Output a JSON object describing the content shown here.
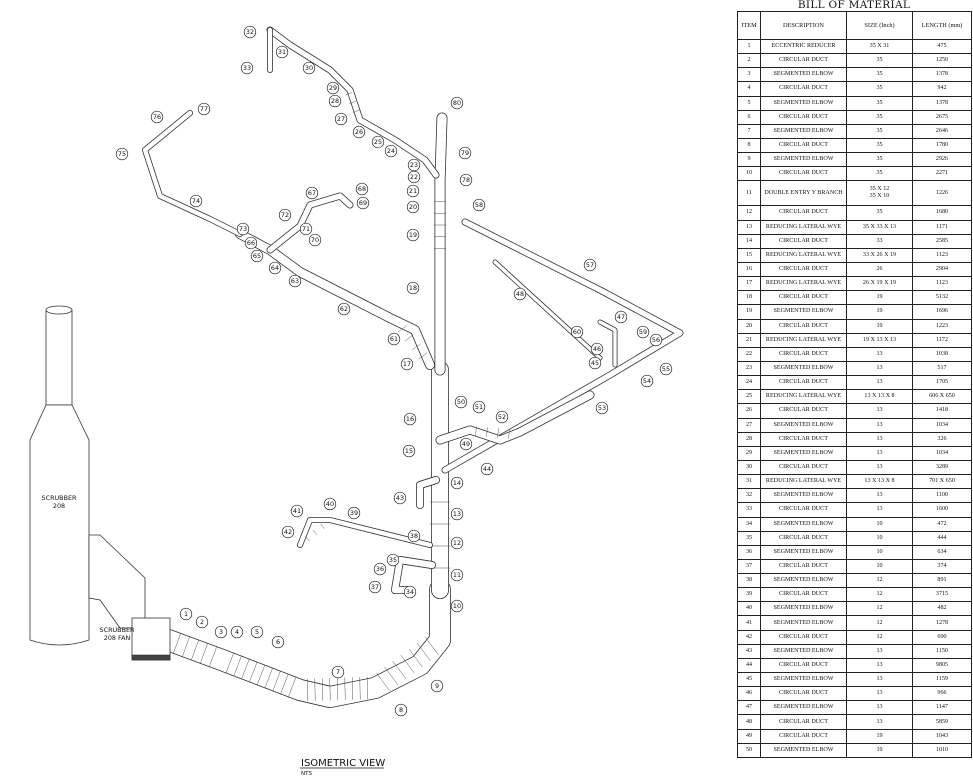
{
  "drawing": {
    "view_title": "ISOMETRIC VIEW",
    "view_scale": "NTS",
    "equipment": {
      "scrubber": "SCRUBBER\n208",
      "fan": "SCRUBBER\n208 FAN"
    },
    "callouts": [
      "1",
      "2",
      "3",
      "4",
      "5",
      "6",
      "7",
      "8",
      "9",
      "10",
      "11",
      "12",
      "13",
      "14",
      "15",
      "16",
      "17",
      "18",
      "19",
      "20",
      "21",
      "22",
      "23",
      "24",
      "25",
      "26",
      "27",
      "28",
      "29",
      "30",
      "31",
      "32",
      "33",
      "34",
      "35",
      "36",
      "37",
      "38",
      "39",
      "40",
      "41",
      "42",
      "43",
      "44",
      "45",
      "46",
      "47",
      "48",
      "49",
      "50",
      "51",
      "52",
      "53",
      "54",
      "55",
      "56",
      "57",
      "58",
      "59",
      "60",
      "61",
      "62",
      "63",
      "64",
      "65",
      "66",
      "67",
      "68",
      "69",
      "70",
      "71",
      "72",
      "73",
      "74",
      "75",
      "76",
      "77",
      "78",
      "79",
      "80"
    ]
  },
  "bom": {
    "title": "BILL OF MATERIAL",
    "headers": [
      "ITEM",
      "DESCRIPTION",
      "SIZE (Inch)",
      "LENGTH (mm)"
    ],
    "rows": [
      [
        "1",
        "ECCENTRIC REDUCER",
        "35 X 31",
        "475"
      ],
      [
        "2",
        "CIRCULAR DUCT",
        "35",
        "1250"
      ],
      [
        "3",
        "SEGMENTED ELBOW",
        "35",
        "1378"
      ],
      [
        "4",
        "CIRCULAR DUCT",
        "35",
        "942"
      ],
      [
        "5",
        "SEGMENTED ELBOW",
        "35",
        "1378"
      ],
      [
        "6",
        "CIRCULAR DUCT",
        "35",
        "2675"
      ],
      [
        "7",
        "SEGMENTED ELBOW",
        "35",
        "2646"
      ],
      [
        "8",
        "CIRCULAR DUCT",
        "35",
        "1780"
      ],
      [
        "9",
        "SEGMENTED ELBOW",
        "35",
        "2926"
      ],
      [
        "10",
        "CIRCULAR DUCT",
        "35",
        "2271"
      ],
      [
        "11",
        "DOUBLE ENTRY Y BRANCH",
        "35 X 12\n35 X 10",
        "1226"
      ],
      [
        "12",
        "CIRCULAR DUCT",
        "35",
        "1680"
      ],
      [
        "13",
        "REDUCING LATERAL WYE",
        "35 X 33 X 13",
        "1171"
      ],
      [
        "14",
        "CIRCULAR DUCT",
        "33",
        "2585"
      ],
      [
        "15",
        "REDUCING LATERAL WYE",
        "33 X 26 X 19",
        "1123"
      ],
      [
        "16",
        "CIRCULAR DUCT",
        "26",
        "2904"
      ],
      [
        "17",
        "REDUCING LATERAL WYE",
        "26 X 19 X 19",
        "1123"
      ],
      [
        "18",
        "CIRCULAR DUCT",
        "19",
        "5132"
      ],
      [
        "19",
        "SEGMENTED ELBOW",
        "19",
        "1696"
      ],
      [
        "20",
        "CIRCULAR DUCT",
        "19",
        "1223"
      ],
      [
        "21",
        "REDUCING LATERAL WYE",
        "19 X 13 X 13",
        "1172"
      ],
      [
        "22",
        "CIRCULAR DUCT",
        "13",
        "1038"
      ],
      [
        "23",
        "SEGMENTED ELBOW",
        "13",
        "517"
      ],
      [
        "24",
        "CIRCULAR DUCT",
        "13",
        "1705"
      ],
      [
        "25",
        "REDUCING LATERAL WYE",
        "13 X 13 X 8",
        "606 X 650"
      ],
      [
        "26",
        "CIRCULAR DUCT",
        "13",
        "1418"
      ],
      [
        "27",
        "SEGMENTED ELBOW",
        "13",
        "1034"
      ],
      [
        "28",
        "CIRCULAR DUCT",
        "13",
        "326"
      ],
      [
        "29",
        "SEGMENTED ELBOW",
        "13",
        "1034"
      ],
      [
        "30",
        "CIRCULAR DUCT",
        "13",
        "3289"
      ],
      [
        "31",
        "REDUCING LATERAL WYE",
        "13 X 13 X 8",
        "701 X 650"
      ],
      [
        "32",
        "SEGMENTED ELBOW",
        "13",
        "1100"
      ],
      [
        "33",
        "CIRCULAR DUCT",
        "13",
        "1600"
      ],
      [
        "34",
        "SEGMENTED ELBOW",
        "10",
        "472"
      ],
      [
        "35",
        "CIRCULAR DUCT",
        "10",
        "444"
      ],
      [
        "36",
        "SEGMENTED ELBOW",
        "10",
        "634"
      ],
      [
        "37",
        "CIRCULAR DUCT",
        "10",
        "374"
      ],
      [
        "38",
        "SEGMENTED ELBOW",
        "12",
        "891"
      ],
      [
        "39",
        "CIRCULAR DUCT",
        "12",
        "3715"
      ],
      [
        "40",
        "SEGMENTED ELBOW",
        "12",
        "482"
      ],
      [
        "41",
        "SEGMENTED ELBOW",
        "12",
        "1278"
      ],
      [
        "42",
        "CIRCULAR DUCT",
        "12",
        "690"
      ],
      [
        "43",
        "SEGMENTED ELBOW",
        "13",
        "1150"
      ],
      [
        "44",
        "CIRCULAR DUCT",
        "13",
        "9805"
      ],
      [
        "45",
        "SEGMENTED ELBOW",
        "13",
        "1159"
      ],
      [
        "46",
        "CIRCULAR DUCT",
        "13",
        "966"
      ],
      [
        "47",
        "SEGMENTED ELBOW",
        "13",
        "1147"
      ],
      [
        "48",
        "CIRCULAR DUCT",
        "13",
        "5859"
      ],
      [
        "49",
        "CIRCULAR DUCT",
        "19",
        "1043"
      ],
      [
        "50",
        "SEGMENTED ELBOW",
        "19",
        "1010"
      ]
    ]
  }
}
